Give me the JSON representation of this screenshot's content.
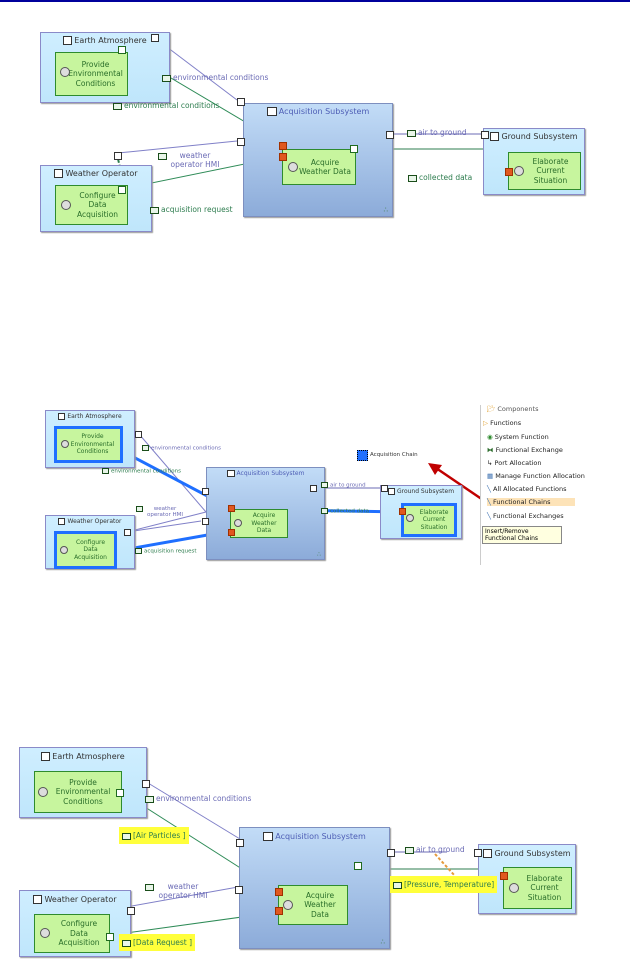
{
  "panels": [
    {
      "id": "panel1",
      "components": {
        "earth_atmosphere": "Earth Atmosphere",
        "weather_operator": "Weather Operator",
        "acquisition_subsystem": "Acquisition Subsystem",
        "ground_subsystem": "Ground Subsystem"
      },
      "functions": {
        "provide_env": "Provide Environmental Conditions",
        "configure": "Configure Data Acquisition",
        "acquire": "Acquire Weather Data",
        "elaborate": "Elaborate Current Situation"
      },
      "labels": {
        "env_cond_component": "environmental conditions",
        "env_cond_functional": "environmental conditions",
        "weather_hmi": "weather operator HMI",
        "acq_request": "acquisition request",
        "air_to_ground": "air to ground",
        "collected_data": "collected data"
      }
    },
    {
      "id": "panel2",
      "components": {
        "earth_atmosphere": "Earth Atmosphere",
        "weather_operator": "Weather Operator",
        "acquisition_subsystem": "Acquisition Subsystem",
        "ground_subsystem": "Ground Subsystem"
      },
      "functions": {
        "provide_env": "Provide Environmental Conditions",
        "configure": "Configure Data Acquisition",
        "acquire": "Acquire Weather Data",
        "elaborate": "Elaborate Current Situation"
      },
      "labels": {
        "env_cond_component": "environmental conditions",
        "env_cond_functional": "environmental conditions",
        "weather_hmi": "weather operator HMI",
        "acq_request": "acquisition request",
        "air_to_ground": "air to ground",
        "collected_data": "collected data"
      },
      "chain_label": "Acquisition Chain",
      "chain_color": "#1f6fff",
      "arrow_color": "#c00000",
      "palette": {
        "header_partial": "Components",
        "folder": "Functions",
        "items": [
          "System Function",
          "Functional Exchange",
          "Port Allocation",
          "Manage Function Allocation",
          "All Allocated Functions",
          "Functional Chains",
          "Functional Exchanges"
        ],
        "selected": "Functional Chains",
        "tooltip": "Insert/Remove Functional Chains"
      }
    },
    {
      "id": "panel3",
      "components": {
        "earth_atmosphere": "Earth Atmosphere",
        "weather_operator": "Weather Operator",
        "acquisition_subsystem": "Acquisition Subsystem",
        "ground_subsystem": "Ground Subsystem"
      },
      "functions": {
        "provide_env": "Provide Environmental Conditions",
        "configure": "Configure Data Acquisition",
        "acquire": "Acquire Weather Data",
        "elaborate": "Elaborate Current Situation"
      },
      "labels": {
        "env_cond_component": "environmental conditions",
        "env_cond_functional": "[Air Particles ]",
        "weather_hmi": "weather operator HMI",
        "acq_request": "[Data Request ]",
        "air_to_ground": "air to ground",
        "collected_data": "[Pressure, Temperature]"
      },
      "highlight_color": "#ffff3b"
    }
  ],
  "colors": {
    "component_exchange": "#7b7bc4",
    "functional_exchange": "#2e7d4f",
    "port_allocation": "#e69a3c",
    "function_fill": "#c7f59e",
    "actor_fill": "#c8ebfd",
    "subsystem_fill": "#9fb9e0"
  }
}
